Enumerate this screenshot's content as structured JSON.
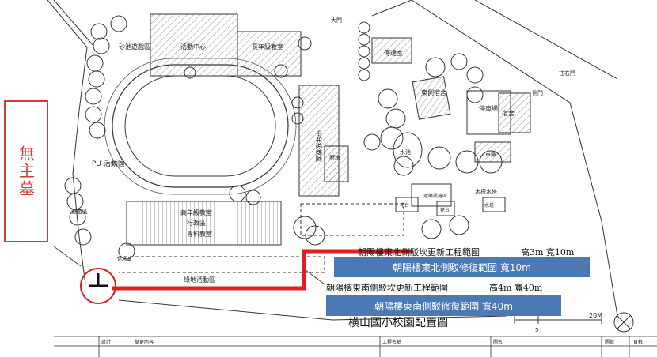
{
  "side_label": "無主墓",
  "callouts": {
    "north": "朝陽樓東北側駁修復範圍 寬10m",
    "south": "朝陽樓東南側駁修復範圍 寬40m"
  },
  "annotations": {
    "north_range": "朝陽樓東北側駁坎更新工程範圍",
    "north_dims": "高3m 寬10m",
    "south_range": "朝陽樓東南側駁坎更新工程範圍",
    "south_dims": "高4m 寬40m"
  },
  "map_title": "橫山國小校園配置圖",
  "scale_label": "20M",
  "scale_mid": "5",
  "buildings": {
    "sandpit": "砂池遊戲區",
    "activity_center": "活動中心",
    "senior_class": "長年級教室",
    "main_gate": "大門",
    "guard": "傳達室",
    "dorm_a": "東側宿舍",
    "parking": "停車場",
    "dorm_b": "宿舍",
    "pu_field": "PU 活動區",
    "middle_block": "中年級教室",
    "kitchen": "廚房",
    "pond": "水池",
    "admin": "高年級教室",
    "admin2": "行政區",
    "admin3": "專科教室",
    "running_area": "綠地活動區",
    "play_area": "遊戲區",
    "water_tank": "水塔",
    "rest": "休息區",
    "gate_road": "往右門",
    "side_gate": "側門",
    "garage": "車庫",
    "shed": "遊樂設施區",
    "small1": "花台",
    "small2": "花台",
    "garden": "木槿水塔"
  },
  "title_block": [
    "設計",
    "變更內容",
    "工程名稱",
    "圖名",
    "圖號",
    "頁數"
  ],
  "colors": {
    "highlight_red": "#e02020",
    "callout_blue": "#4a79b4",
    "box_red": "#d23a3a"
  }
}
